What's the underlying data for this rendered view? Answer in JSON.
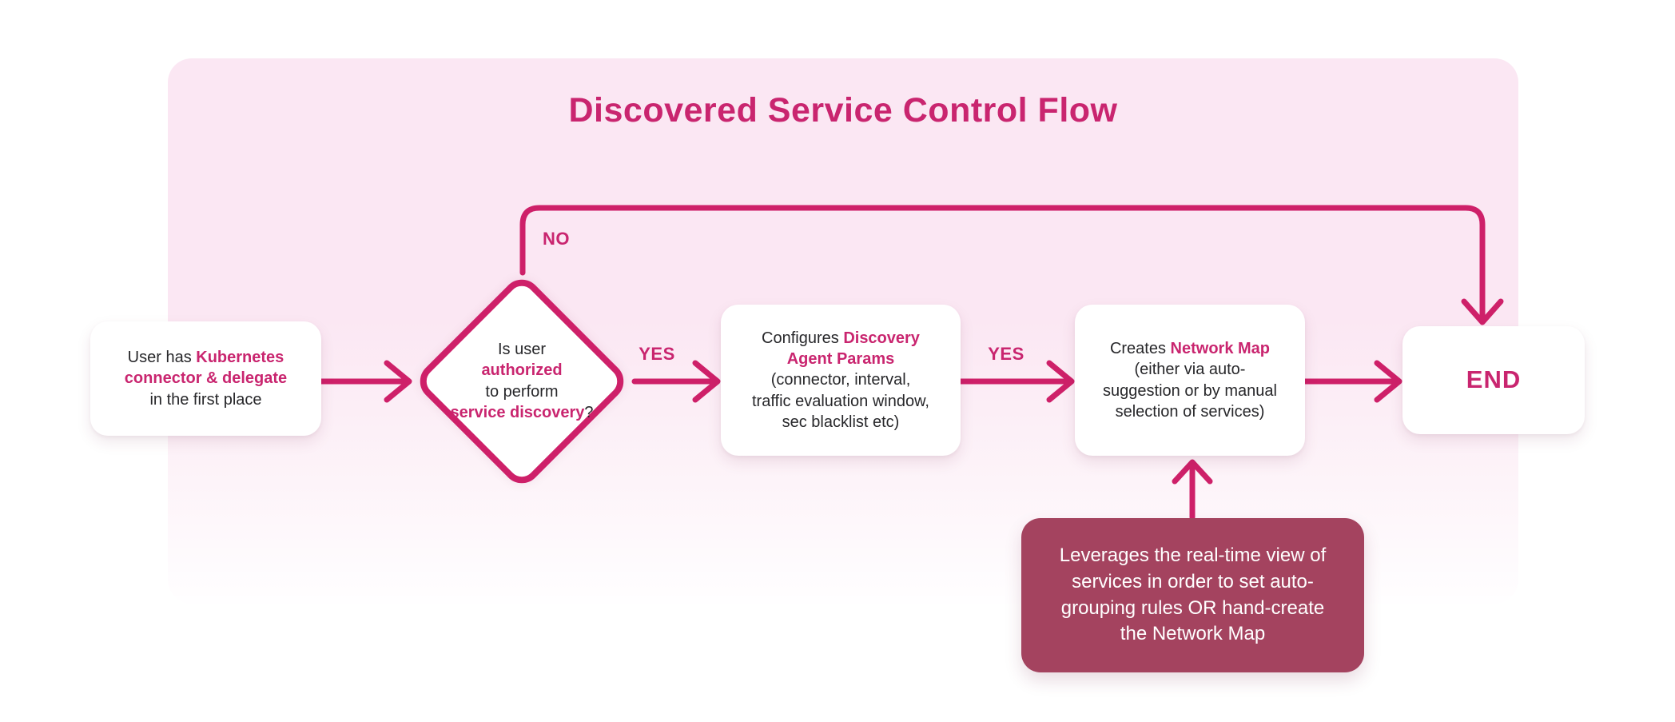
{
  "colors": {
    "accent": "#C9256F",
    "line": "#CE2069",
    "container_top": "#FBE7F3",
    "container_bottom": "#FFFEFF",
    "node_bg": "#FFFFFF",
    "note_bg": "#A4435F",
    "note_text": "#FFFFFF",
    "text": "#27272A"
  },
  "title": "Discovered Service Control Flow",
  "labels": {
    "no": "NO",
    "yes1": "YES",
    "yes2": "YES"
  },
  "nodes": {
    "start": {
      "parts": [
        {
          "t": "User has "
        },
        {
          "t": "Kubernetes\nconnector & delegate",
          "a": true
        },
        {
          "t": "\nin the first place"
        }
      ]
    },
    "decision": {
      "parts": [
        {
          "t": "Is user\n"
        },
        {
          "t": "authorized",
          "a": true
        },
        {
          "t": "\nto perform\n"
        },
        {
          "t": "service discovery",
          "a": true
        },
        {
          "t": "?"
        }
      ]
    },
    "configure": {
      "parts": [
        {
          "t": "Configures "
        },
        {
          "t": "Discovery\nAgent Params",
          "a": true
        },
        {
          "t": "\n(connector, interval,\ntraffic evaluation window,\nsec blacklist etc)"
        }
      ]
    },
    "create": {
      "parts": [
        {
          "t": "Creates "
        },
        {
          "t": "Network Map",
          "a": true
        },
        {
          "t": "\n(either via auto-\nsuggestion or by manual\nselection of services)"
        }
      ]
    },
    "end": {
      "label": "END"
    },
    "note": {
      "text": "Leverages the real-time view of\nservices in order to set auto-\ngrouping rules OR hand-create\nthe Network Map"
    }
  }
}
